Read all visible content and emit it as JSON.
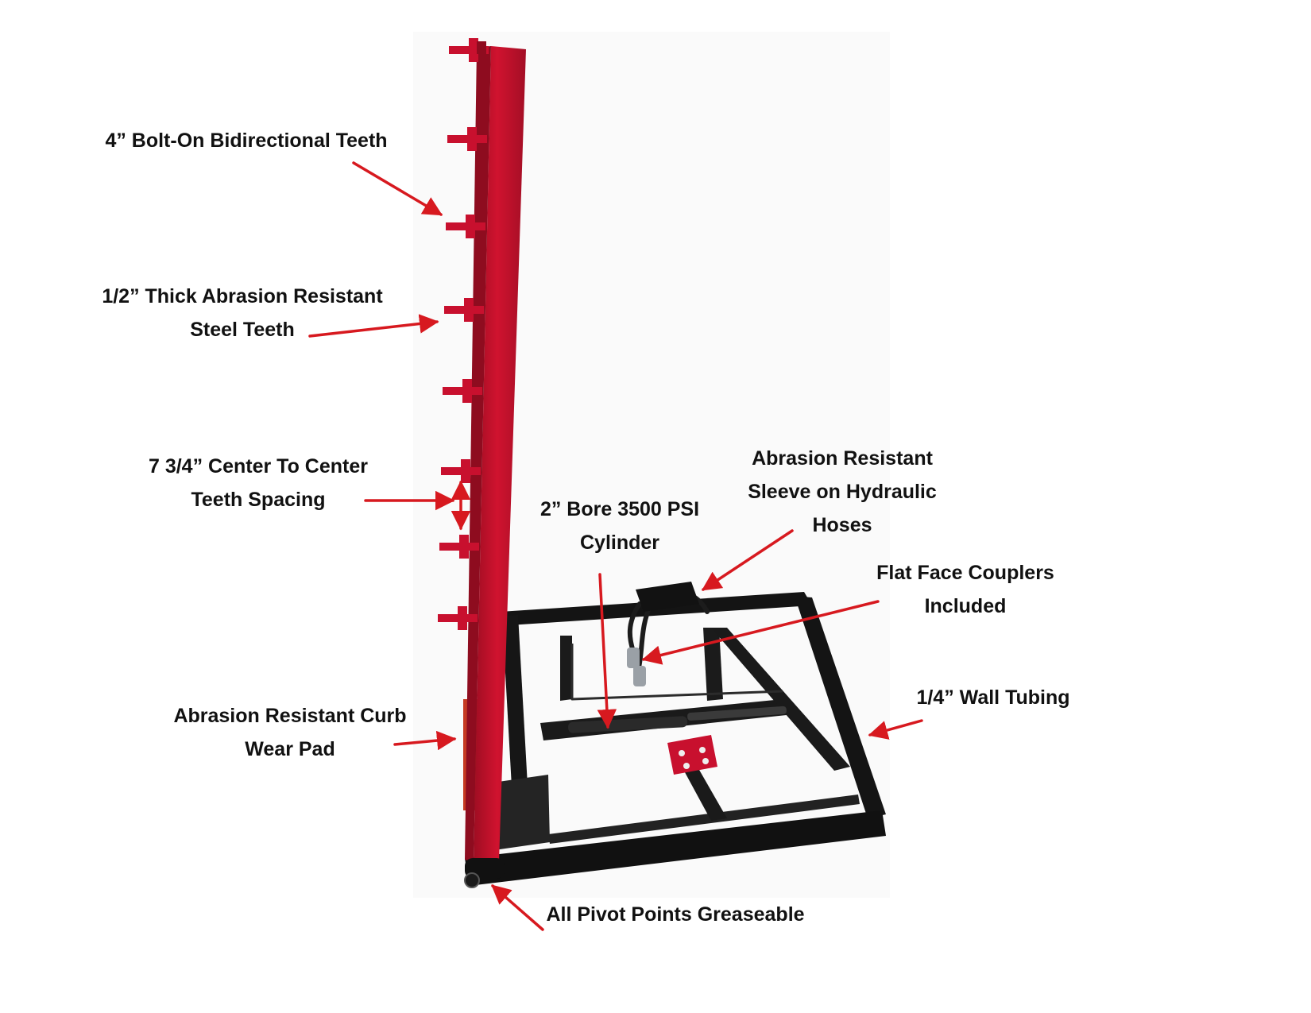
{
  "callouts": {
    "teeth_bolt_on": [
      "4” Bolt-On Bidirectional Teeth"
    ],
    "teeth_thickness": [
      "1/2” Thick Abrasion Resistant",
      "Steel Teeth"
    ],
    "teeth_spacing": [
      "7 3/4” Center To Center",
      "Teeth Spacing"
    ],
    "wear_pad": [
      "Abrasion Resistant Curb",
      "Wear Pad"
    ],
    "cylinder": [
      "2” Bore 3500 PSI",
      "Cylinder"
    ],
    "hose_sleeve": [
      "Abrasion Resistant",
      "Sleeve on Hydraulic",
      "Hoses"
    ],
    "couplers": [
      "Flat Face Couplers",
      "Included"
    ],
    "tubing": [
      "1/4” Wall Tubing"
    ],
    "pivots": [
      "All Pivot Points Greaseable"
    ]
  },
  "colors": {
    "arrow": "#d7191f",
    "blade_red": "#c8102e",
    "frame_black": "#141414",
    "text": "#111111",
    "background": "#ffffff"
  }
}
